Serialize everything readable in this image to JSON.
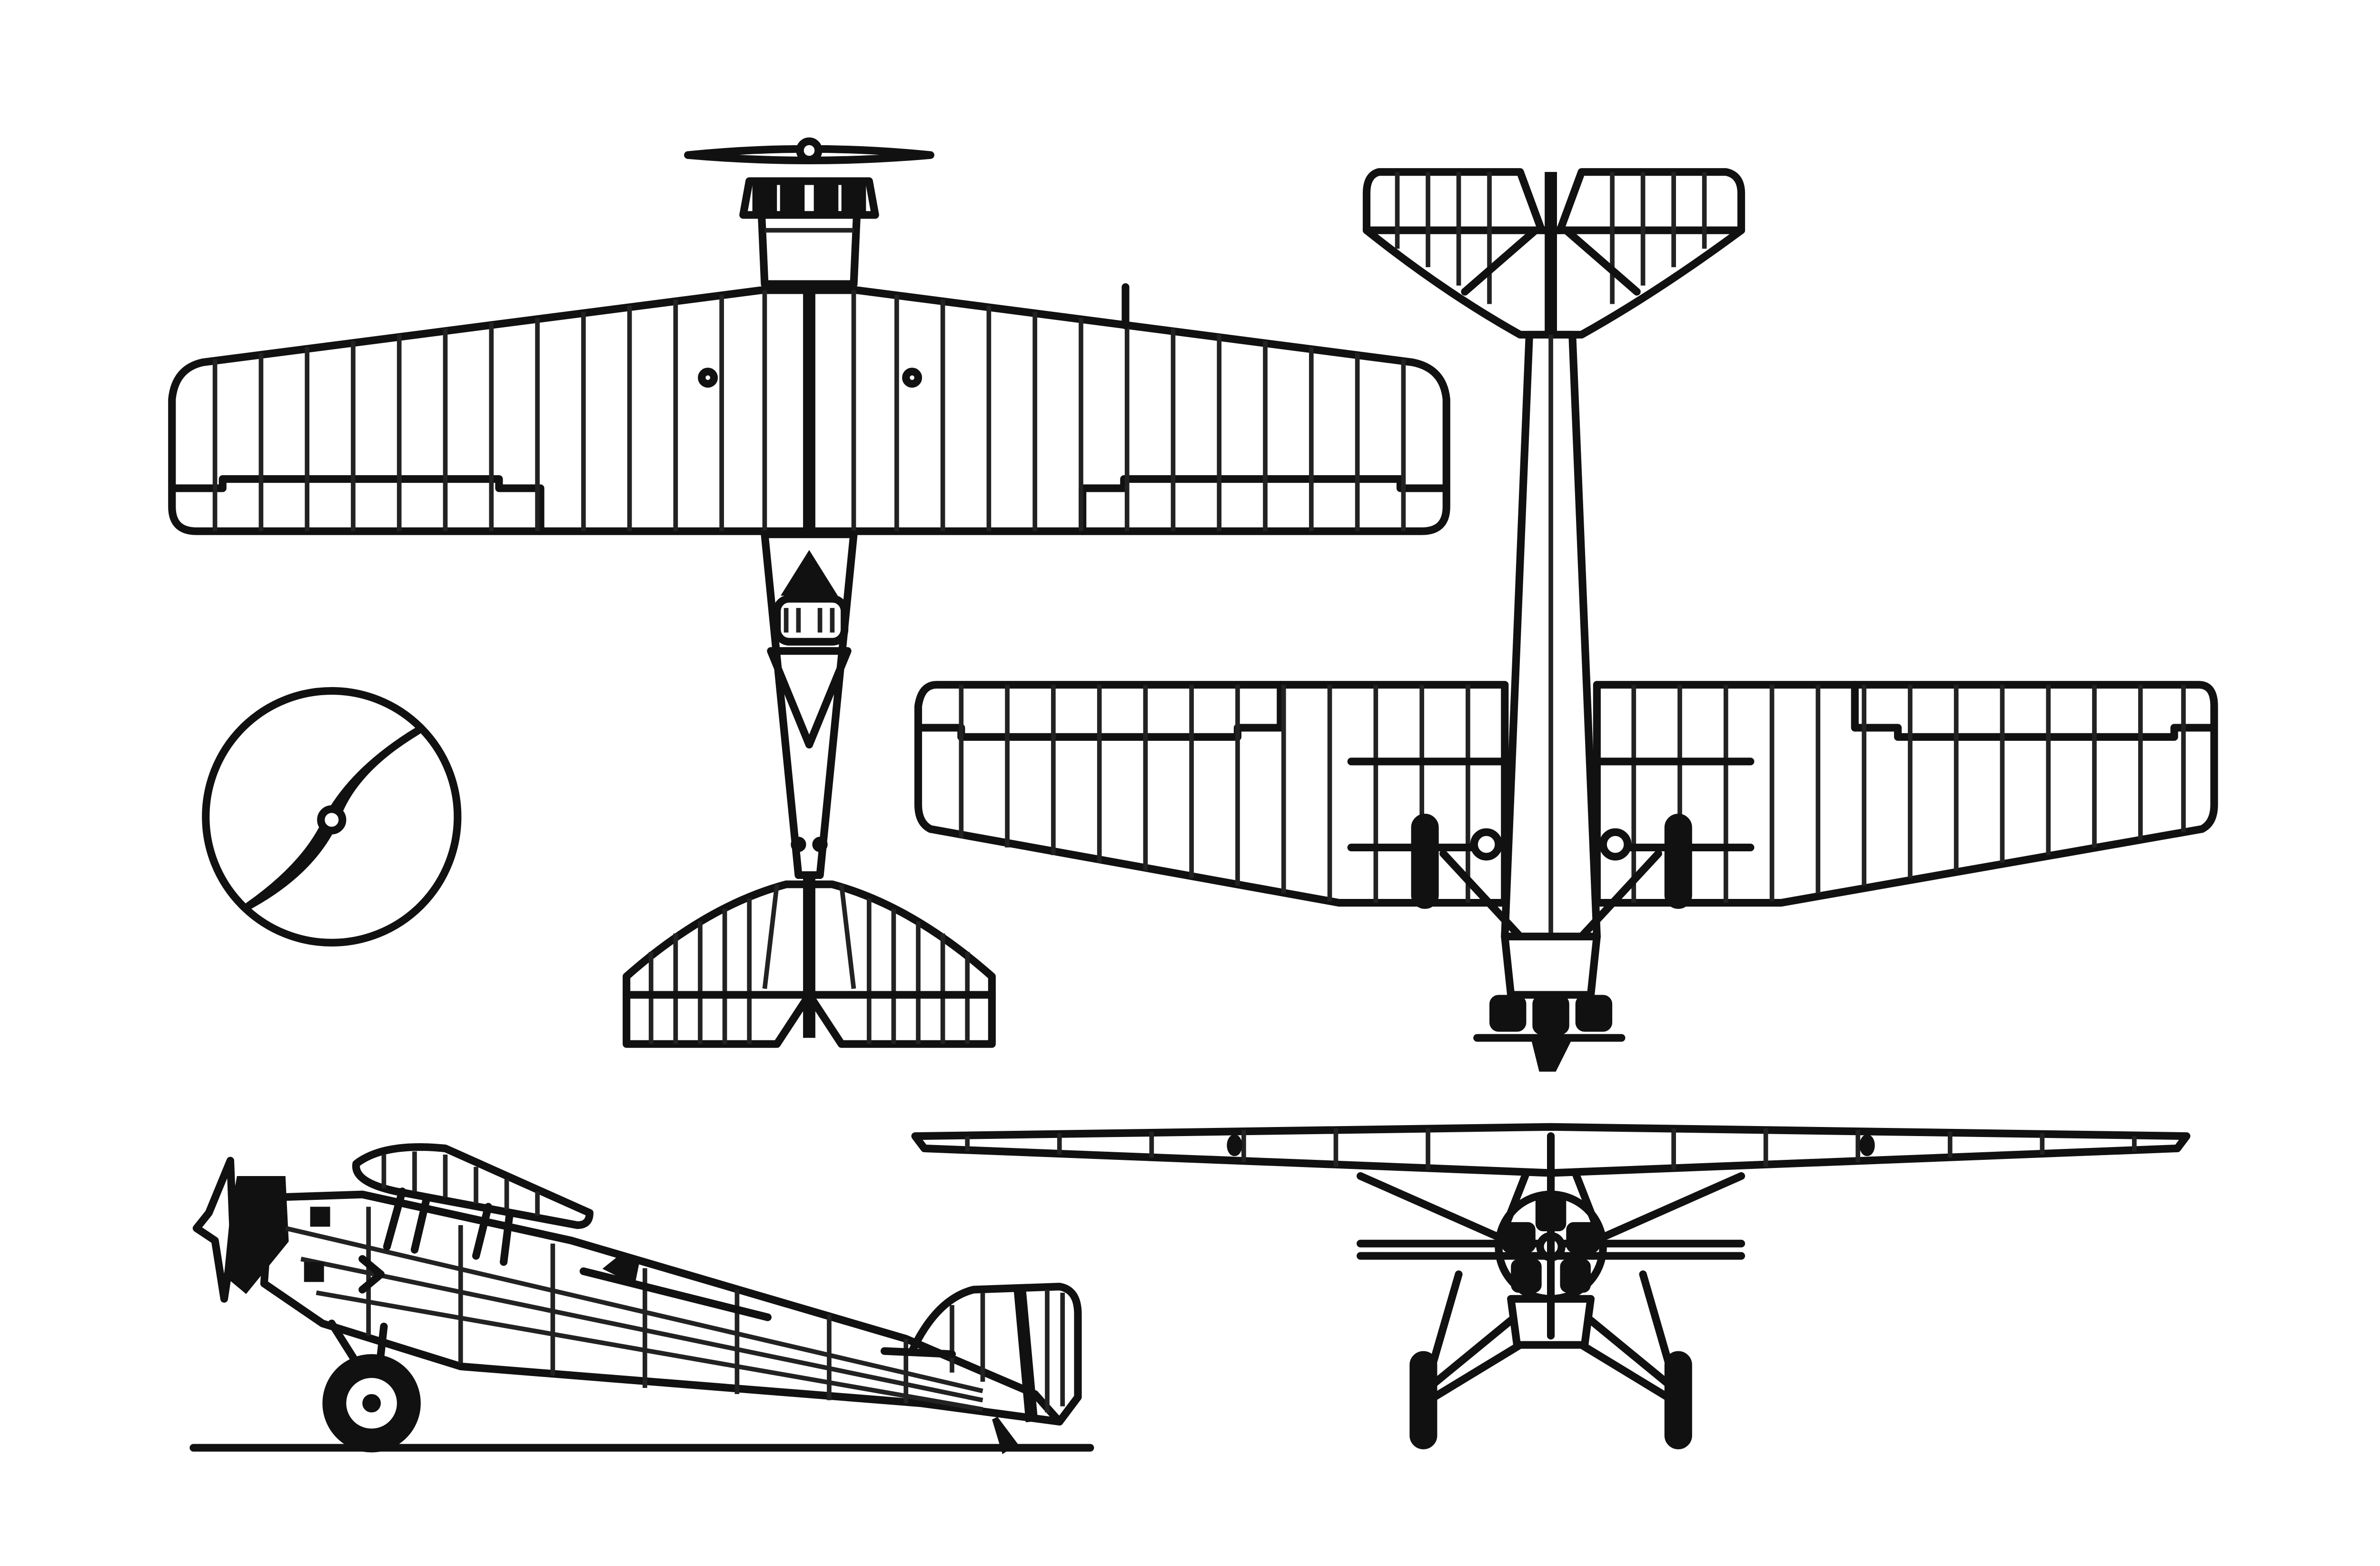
{
  "figure": {
    "type": "aircraft three-view drawing",
    "views": [
      "top-view",
      "bottom-view",
      "side-view",
      "front-view",
      "propeller-detail"
    ],
    "line_color": "#111111",
    "background_color": "#ffffff"
  }
}
